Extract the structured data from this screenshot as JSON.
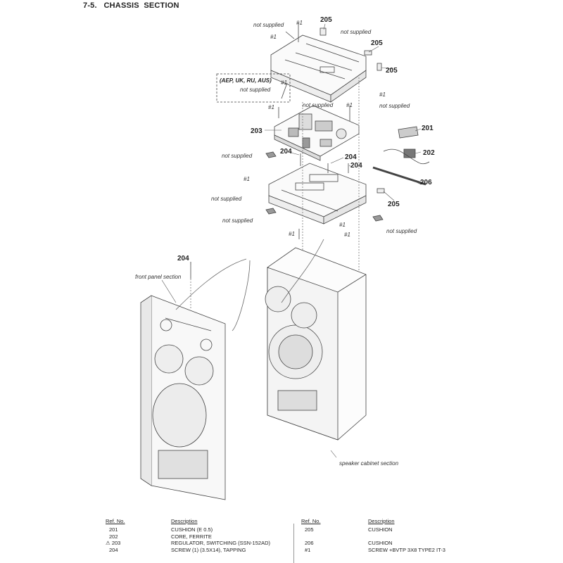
{
  "title": "7-5.   CHASSIS  SECTION",
  "labels": {
    "not_supplied": "not supplied",
    "hash1": "#1",
    "region": "(AEP, UK, RU, AUS)",
    "front_panel": "front panel section",
    "speaker_cabinet": "speaker cabinet section"
  },
  "refs": {
    "r201": "201",
    "r202": "202",
    "r203": "203",
    "r204": "204",
    "r205": "205",
    "r206": "206"
  },
  "parts_list": {
    "header_ref": "Ref. No.",
    "header_desc": "Description",
    "left": [
      {
        "mark": "",
        "ref": "201",
        "desc": "CUSHION (E 0.5)"
      },
      {
        "mark": "",
        "ref": "202",
        "desc": "CORE, FERRITE"
      },
      {
        "mark": "⚠",
        "ref": "203",
        "desc": "REGULATOR, SWITCHING (SSN-152AD)"
      },
      {
        "mark": "",
        "ref": "204",
        "desc": "SCREW (1) (3.5X14), TAPPING"
      }
    ],
    "right": [
      {
        "ref": "205",
        "desc": "CUSHION"
      },
      {
        "ref": "",
        "desc": ""
      },
      {
        "ref": "206",
        "desc": "CUSHION"
      },
      {
        "ref": "#1",
        "desc": "SCREW +BVTP 3X8 TYPE2 IT-3"
      }
    ]
  }
}
